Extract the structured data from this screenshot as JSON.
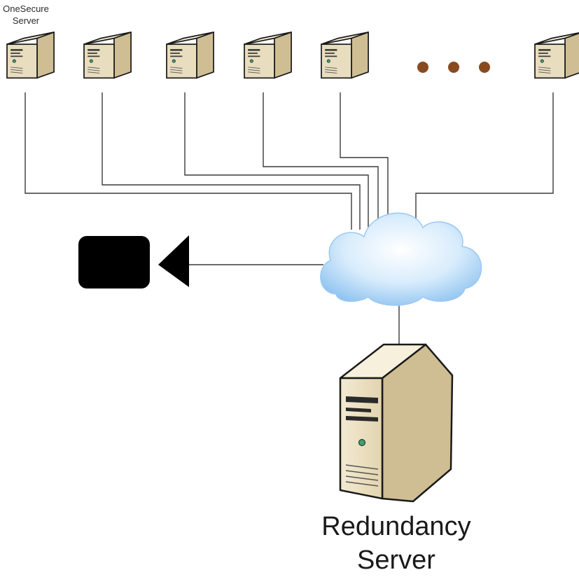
{
  "labels": {
    "top_server_line1": "OneSecure",
    "top_server_line2": "Server",
    "redundancy_line1": "Redundancy",
    "redundancy_line2": "Server"
  },
  "colors": {
    "server_front": "#e9ddbf",
    "server_side": "#cfbe93",
    "server_top": "#f6f0dc",
    "server_outline": "#1a1a1a",
    "dots": "#8a4a20",
    "camera": "#000000",
    "cloud_fill": "#cfe6fb",
    "cloud_shade": "#9cc9f3",
    "wire": "#3a3a3a"
  },
  "icons": {
    "server": "server-icon",
    "cloud": "network-cloud-icon",
    "camera": "video-camera-icon",
    "more": "ellipsis-icon"
  }
}
